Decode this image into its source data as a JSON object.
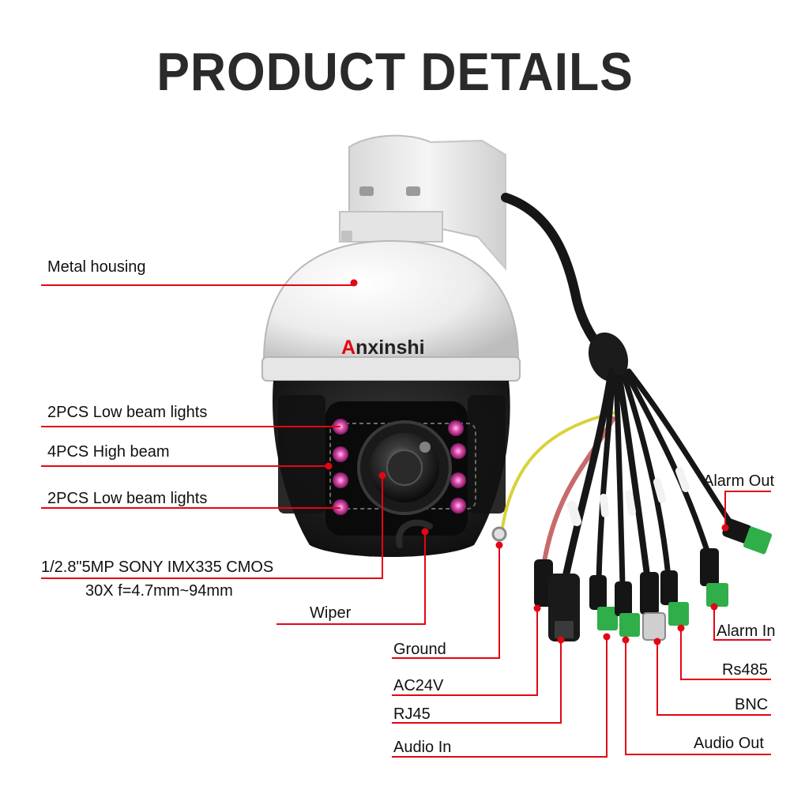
{
  "title": "PRODUCT DETAILS",
  "brand": "Anxinshi",
  "colors": {
    "callout_line": "#e30613",
    "title": "#2a2a2a",
    "housing": "#ebebeb",
    "body": "#1c1c1c",
    "ir_led": "#d63ca0",
    "cable": "#161616",
    "ground_wire": "#d9d23a",
    "power_wire": "#c86a6a",
    "terminal": "#2fae4a"
  },
  "callouts": {
    "metal_housing": "Metal housing",
    "low_beam_top": "2PCS Low beam lights",
    "high_beam": "4PCS High beam",
    "low_beam_bottom": "2PCS Low beam lights",
    "sensor": "1/2.8\"5MP SONY IMX335 CMOS",
    "zoom": "30X f=4.7mm~94mm",
    "wiper": "Wiper",
    "ground": "Ground",
    "ac24v": "AC24V",
    "rj45": "RJ45",
    "audio_in": "Audio In",
    "alarm_out": "Alarm Out",
    "alarm_in": "Alarm In",
    "rs485": "Rs485",
    "bnc": "BNC",
    "audio_out": "Audio Out"
  }
}
